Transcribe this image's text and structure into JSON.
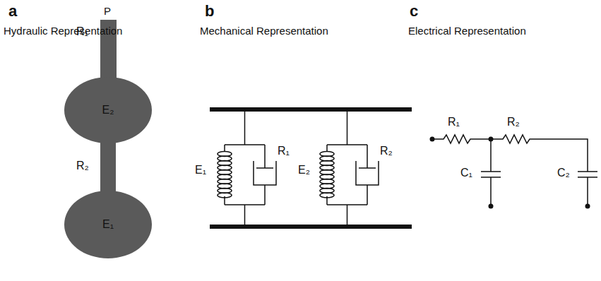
{
  "diagram": {
    "nodes": [
      {
        "text": [
          "E₂"
        ]
      },
      {
        "text": [
          "E₁"
        ]
      }
    ],
    "edges": [
      {
        "from": 0,
        "to": 1,
        "arrow": "none"
      }
    ],
    "labels": [
      "a",
      "Hydraulic Representation",
      "b",
      "Mechanical Representation",
      "c",
      "Electrical Representation",
      "P",
      "R₁",
      "R₂",
      "E₁",
      "R₁",
      "E₂",
      "R₂",
      "R₁",
      "R₂",
      "C₁",
      "C₂"
    ]
  }
}
